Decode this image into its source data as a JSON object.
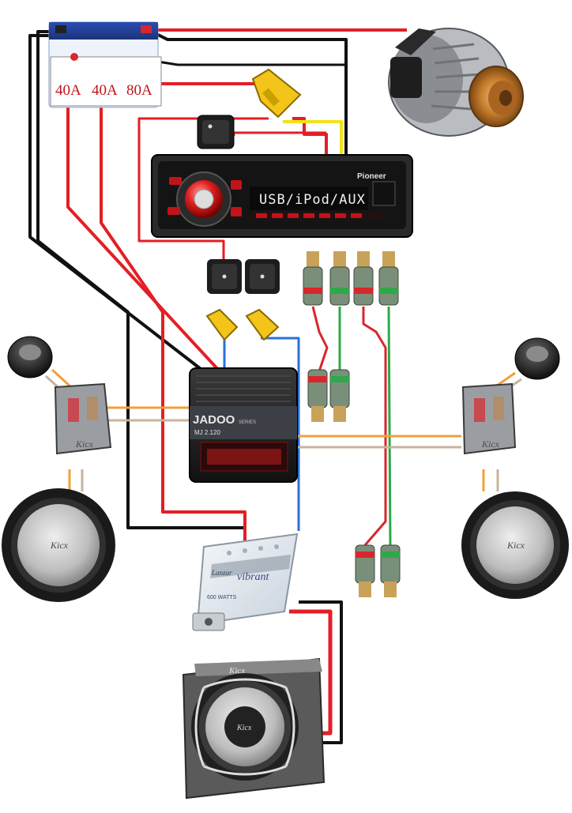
{
  "fuse_block": {
    "fuses": [
      "40A",
      "40A",
      "80A"
    ]
  },
  "head_unit": {
    "brand": "Pioneer",
    "display_text": "USB/iPod/AUX"
  },
  "amplifier_2ch": {
    "brand": "JADOO",
    "sub_brand": "SERIES",
    "model": "MJ 2.120"
  },
  "amplifier_mono": {
    "brand": "Lanzar",
    "line": "vibrant",
    "power": "600 WATTS"
  },
  "speakers": {
    "brand": "Kicx"
  },
  "subwoofer": {
    "brand": "Kicx"
  },
  "colors": {
    "power_wire": "#e41e25",
    "ground_wire": "#111111",
    "remote_wire": "#2b6fd6",
    "acc_wire": "#f2e21a",
    "rca_left": "#2ea84a",
    "rca_right": "#d8262c",
    "speaker_plus": "#f0a03c",
    "speaker_minus": "#c8b39c"
  },
  "icons": [
    "battery-icon",
    "alternator-icon",
    "fuse-icon",
    "rocker-switch-icon",
    "rca-plug-icon",
    "tweeter-icon",
    "crossover-icon",
    "woofer-icon",
    "subwoofer-box-icon"
  ]
}
